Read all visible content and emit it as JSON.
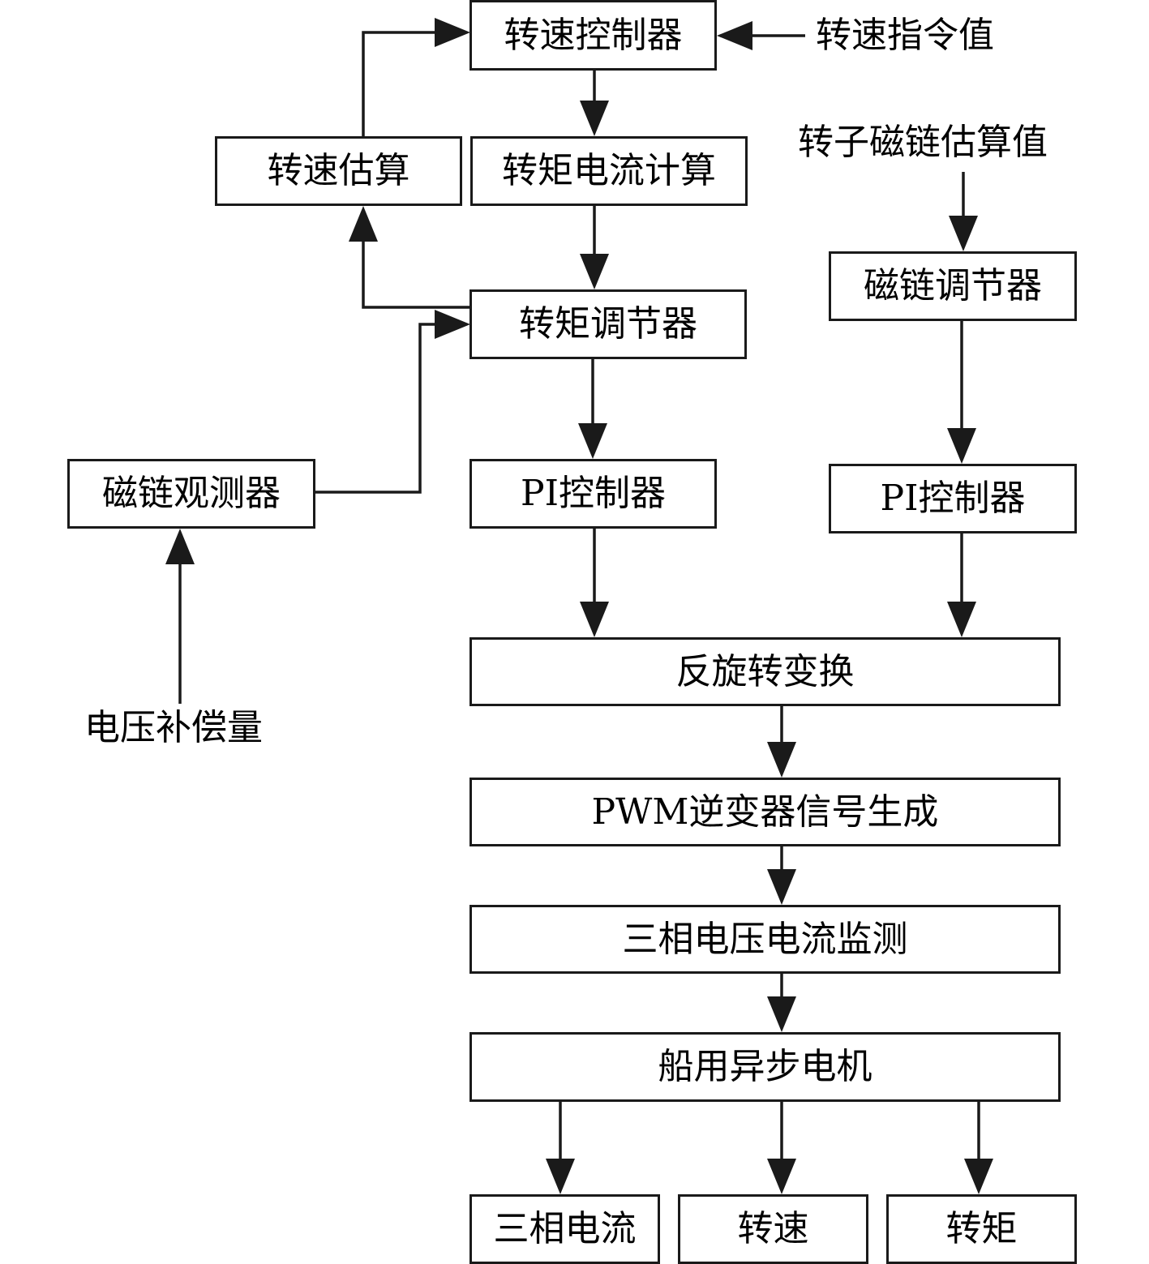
{
  "blocks": {
    "speed_controller": "转速控制器",
    "speed_estimation": "转速估算",
    "torque_current_calc": "转矩电流计算",
    "torque_regulator": "转矩调节器",
    "flux_regulator": "磁链调节器",
    "flux_observer": "磁链观测器",
    "pi_controller_left": "PI控制器",
    "pi_controller_right": "PI控制器",
    "inverse_rotation": "反旋转变换",
    "pwm_generation": "PWM逆变器信号生成",
    "three_phase_monitor": "三相电压电流监测",
    "marine_motor": "船用异步电机",
    "out_three_phase_current": "三相电流",
    "out_speed": "转速",
    "out_torque": "转矩"
  },
  "inputs": {
    "speed_command": "转速指令值",
    "rotor_flux_estimate": "转子磁链估算值",
    "voltage_compensation": "电压补偿量"
  }
}
